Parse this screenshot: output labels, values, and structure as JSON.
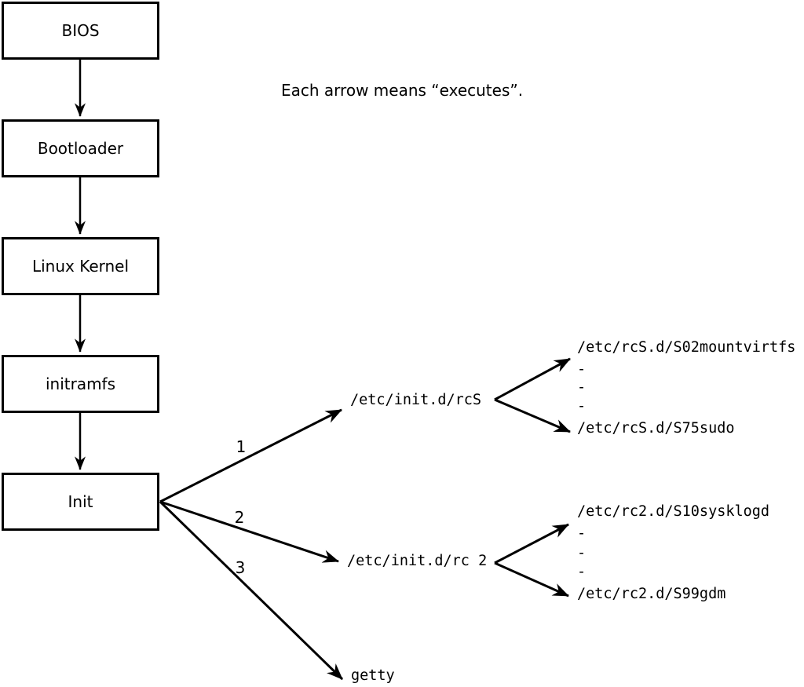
{
  "note": "Each arrow means “executes”.",
  "boxes": [
    "BIOS",
    "Bootloader",
    "Linux Kernel",
    "initramfs",
    "Init"
  ],
  "arrow_numbers": [
    "1",
    "2",
    "3"
  ],
  "targets": {
    "rcS": "/etc/init.d/rcS",
    "rc2": "/etc/init.d/rc 2",
    "getty": "getty"
  },
  "rcS_scripts": [
    "/etc/rcS.d/S02mountvirtfs",
    "-",
    "-",
    "-",
    "/etc/rcS.d/S75sudo"
  ],
  "rc2_scripts": [
    "/etc/rc2.d/S10sysklogd",
    "-",
    "-",
    "-",
    "/etc/rc2.d/S99gdm"
  ],
  "colors": {
    "ink": "#000000",
    "background": "#ffffff",
    "box_fill": "#ffffff"
  }
}
